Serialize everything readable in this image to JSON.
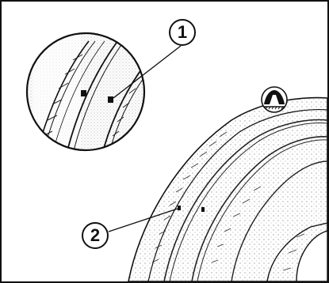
{
  "figure": {
    "subject": "tire-tread-wear-indicator",
    "callouts": [
      {
        "label": "1"
      },
      {
        "label": "2"
      }
    ],
    "icons": {
      "corner_badge": "tread-wear-indicator-icon"
    },
    "colors": {
      "ink": "#111111",
      "paper": "#ffffff",
      "stipple": "#8a8a8a"
    }
  }
}
